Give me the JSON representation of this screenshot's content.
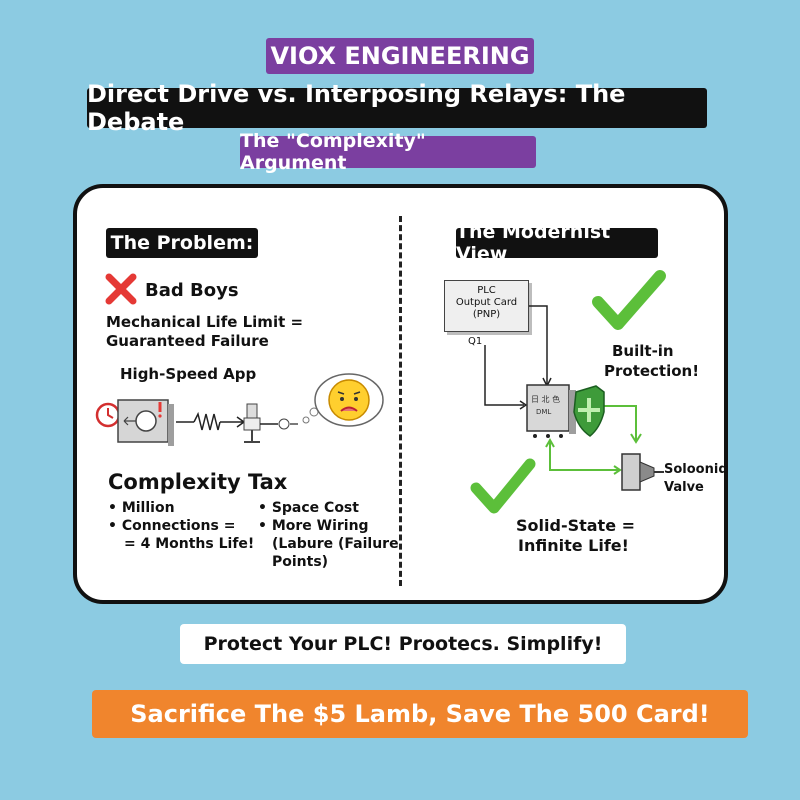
{
  "header": {
    "brand": "VIOX ENGINEERING",
    "title": "Direct Drive vs. Interposing Relays: The Debate",
    "subtitle": "The \"Complexity\"  Argument"
  },
  "problem": {
    "heading": "The Problem:",
    "bad_label": "Bad Boys",
    "mechanical_line1": "Mechanical Life Limit =",
    "mechanical_line2": "Guaranteed Failure",
    "app_label": "High-Speed App",
    "complexity_title": "Complexity Tax",
    "bullets_left": [
      "• Million",
      "• Connections =",
      "= 4 Months Life!"
    ],
    "bullets_right": [
      "• Space Cost",
      "• More Wiring",
      "(Labure  (Failure",
      "Points)"
    ]
  },
  "modern": {
    "heading": "The Modernist View",
    "plc_card_line1": "PLC",
    "plc_card_line2": "Output Card",
    "plc_card_line3": "(PNP)",
    "q1_label": "Q1",
    "builtin_line1": "Built-in",
    "builtin_line2": "Protection!",
    "solid_state_line1": "Solid-State =",
    "solid_state_line2": "Infinite Life!",
    "valve_line1": "Soloonid",
    "valve_line2": "Valve",
    "relay_text": "DML"
  },
  "cta": "Protect Your PLC! Prootecs. Simplify!",
  "footer": "Sacrifice The $5 Lamb, Save The 500 Card!",
  "colors": {
    "background": "#8ccbe2",
    "purple": "#7b3fa0",
    "black": "#111111",
    "orange": "#f0852d",
    "green_check": "#5cbf3a",
    "red_x": "#e53935",
    "wire_green": "#5cbf3a"
  },
  "icons": [
    "red-x-icon",
    "clock-icon",
    "spring-icon",
    "worried-face-icon",
    "checkmark-icon",
    "shield-icon"
  ]
}
